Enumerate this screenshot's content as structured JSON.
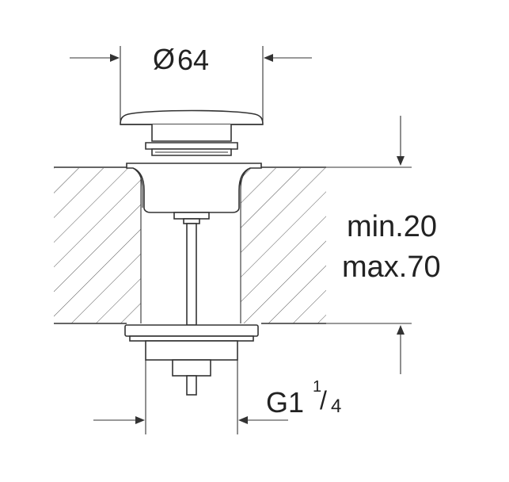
{
  "dimensions": {
    "diameter": {
      "symbol": "Ø",
      "value": "64"
    },
    "thickness_min": "min.20",
    "thickness_max": "max.70",
    "thread": {
      "prefix": "G1",
      "numerator": "1",
      "slash": "/",
      "denominator": "4"
    }
  },
  "colors": {
    "line": "#333333",
    "text": "#222222",
    "background": "#ffffff"
  }
}
